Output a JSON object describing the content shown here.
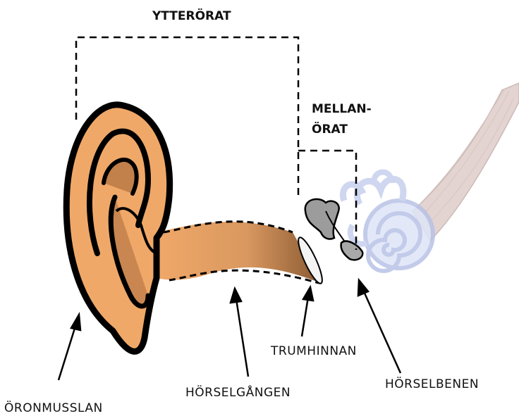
{
  "labels": {
    "outer_ear": "YTTERÖRAT",
    "middle_ear_line1": "MELLAN-",
    "middle_ear_line2": "ÖRAT",
    "pinna": "ÖRONMUSSLAN",
    "ear_canal": "HÖRSELGÅNGEN",
    "eardrum": "TRUMHINNAN",
    "ossicles": "HÖRSELBENEN"
  },
  "colors": {
    "skin": "#f0a868",
    "skin_dark": "#b87442",
    "outline": "#000000",
    "ossicle_grey": "#9a9a9a",
    "inner_ear_blue": "#cdd6f0",
    "nerve": "#d9c4c0"
  }
}
